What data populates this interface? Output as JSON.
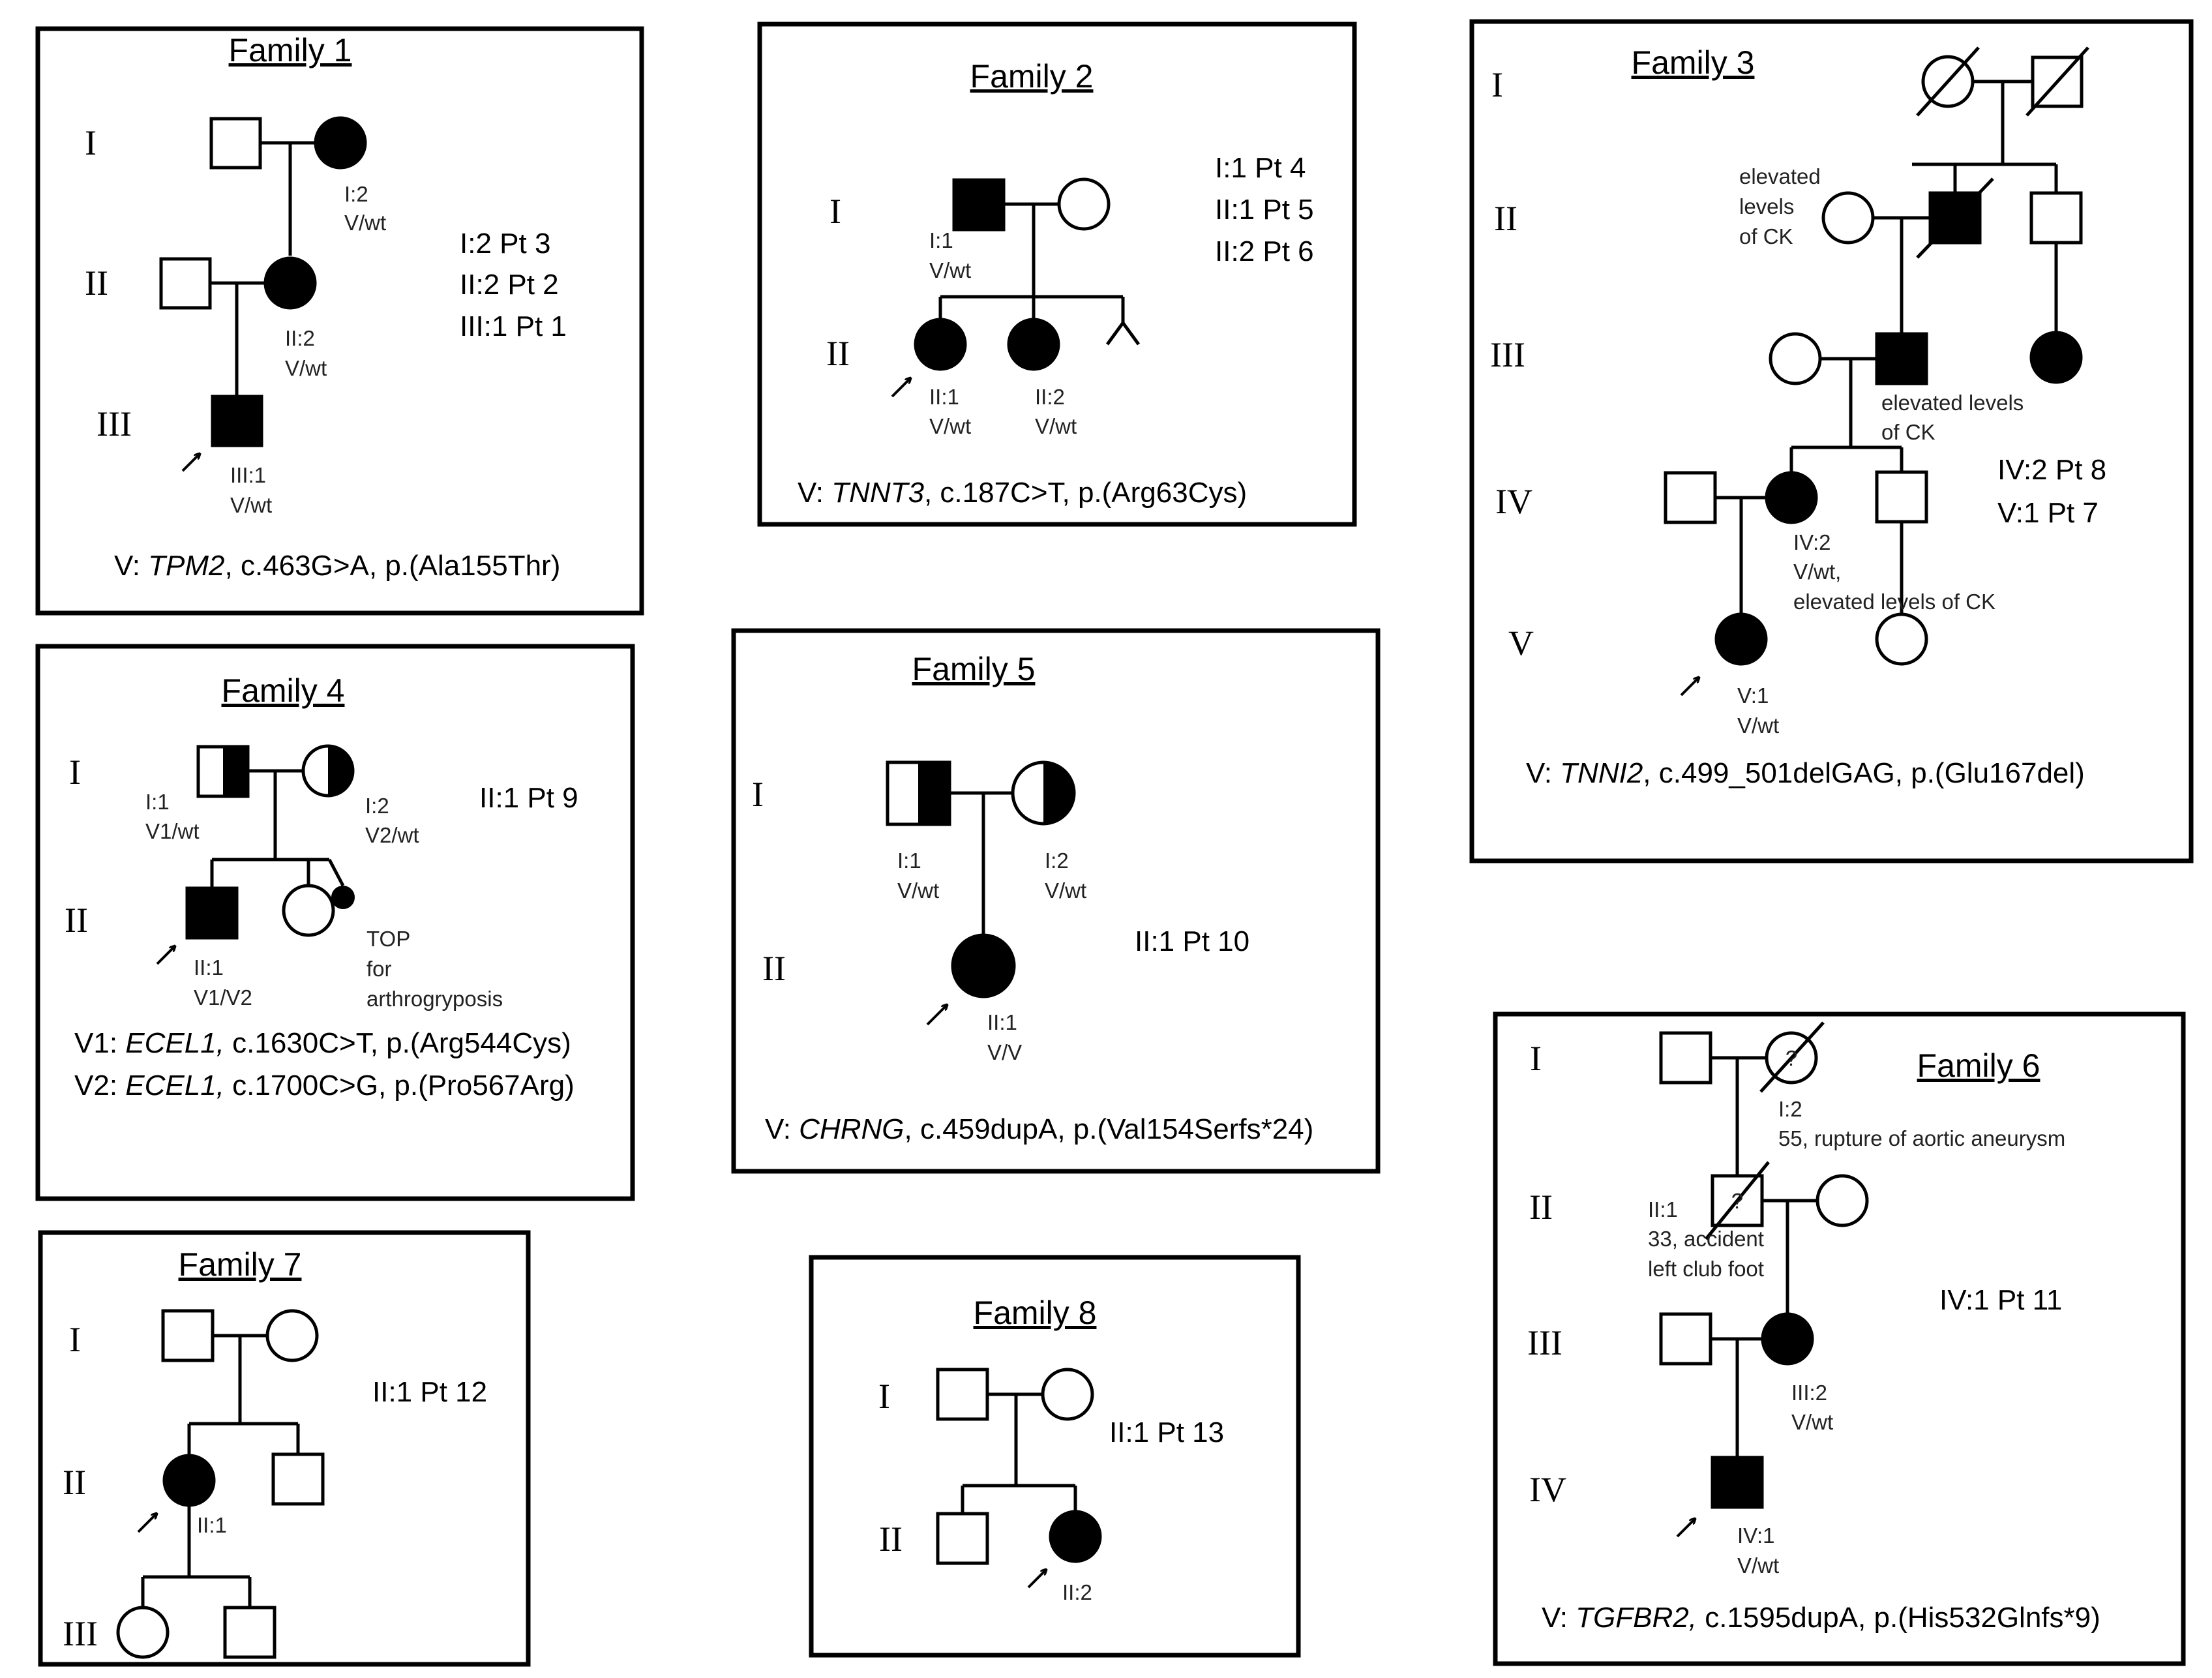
{
  "families": [
    {
      "title": "Family 1",
      "gens": [
        "I",
        "II",
        "III"
      ],
      "labels": [
        [
          "I:2",
          "V/wt"
        ],
        [
          "II:2",
          "V/wt"
        ],
        [
          "III:1",
          "V/wt"
        ]
      ],
      "patients": [
        "I:2 Pt 3",
        "II:2 Pt 2",
        "III:1 Pt 1"
      ],
      "variant": {
        "prefix": "V: ",
        "gene": "TPM2",
        "rest": ", c.463G>A, p.(Ala155Thr)"
      }
    },
    {
      "title": "Family 2",
      "gens": [
        "I",
        "II"
      ],
      "labels": [
        [
          "I:1",
          "V/wt"
        ],
        [
          "II:1",
          "V/wt"
        ],
        [
          "II:2",
          "V/wt"
        ]
      ],
      "patients": [
        "I:1 Pt 4",
        "II:1 Pt 5",
        "II:2 Pt 6"
      ],
      "variant": {
        "prefix": "V: ",
        "gene": "TNNT3",
        "rest": ", c.187C>T, p.(Arg63Cys)"
      }
    },
    {
      "title": "Family 3",
      "gens": [
        "I",
        "II",
        "III",
        "IV",
        "V"
      ],
      "notes": [
        "elevated",
        "levels",
        "of CK",
        "elevated levels",
        "of CK"
      ],
      "labels": [
        [
          "IV:2",
          "V/wt,",
          "elevated levels of CK"
        ],
        [
          "V:1",
          "V/wt"
        ]
      ],
      "patients": [
        "IV:2 Pt 8",
        "V:1 Pt 7"
      ],
      "variant": {
        "prefix": "V: ",
        "gene": "TNNI2",
        "rest": ", c.499_501delGAG, p.(Glu167del)"
      }
    },
    {
      "title": "Family 4",
      "gens": [
        "I",
        "II"
      ],
      "labels": [
        [
          "I:1",
          "V1/wt"
        ],
        [
          "I:2",
          "V2/wt"
        ],
        [
          "II:1",
          "V1/V2"
        ]
      ],
      "notes": [
        "TOP",
        "for",
        "arthrogryposis"
      ],
      "patients": [
        "II:1 Pt 9"
      ],
      "variants": [
        {
          "prefix": "V1: ",
          "gene": "ECEL1,",
          "rest": " c.1630C>T, p.(Arg544Cys)"
        },
        {
          "prefix": "V2: ",
          "gene": "ECEL1,",
          "rest": " c.1700C>G, p.(Pro567Arg)"
        }
      ]
    },
    {
      "title": "Family 5",
      "gens": [
        "I",
        "II"
      ],
      "labels": [
        [
          "I:1",
          "V/wt"
        ],
        [
          "I:2",
          "V/wt"
        ],
        [
          "II:1",
          "V/V"
        ]
      ],
      "patients": [
        "II:1 Pt 10"
      ],
      "variant": {
        "prefix": "V: ",
        "gene": "CHRNG",
        "rest": ", c.459dupA, p.(Val154Serfs*24)"
      }
    },
    {
      "title": "Family 6",
      "gens": [
        "I",
        "II",
        "III",
        "IV"
      ],
      "labels": [
        [
          "I:2",
          "55, rupture of aortic aneurysm"
        ],
        [
          "II:1",
          "33, accident",
          "left club foot"
        ],
        [
          "III:2",
          "V/wt"
        ],
        [
          "IV:1",
          "V/wt"
        ]
      ],
      "unknown_mark": "?",
      "patients": [
        "IV:1 Pt 11"
      ],
      "variant": {
        "prefix": "V: ",
        "gene": "TGFBR2,",
        "rest": " c.1595dupA, p.(His532Glnfs*9)"
      }
    },
    {
      "title": "Family 7",
      "gens": [
        "I",
        "II",
        "III"
      ],
      "labels": [
        [
          "II:1"
        ]
      ],
      "patients": [
        "II:1 Pt 12"
      ]
    },
    {
      "title": "Family 8",
      "gens": [
        "I",
        "II"
      ],
      "labels": [
        [
          "II:2"
        ]
      ],
      "patients": [
        "II:1 Pt 13"
      ]
    }
  ]
}
